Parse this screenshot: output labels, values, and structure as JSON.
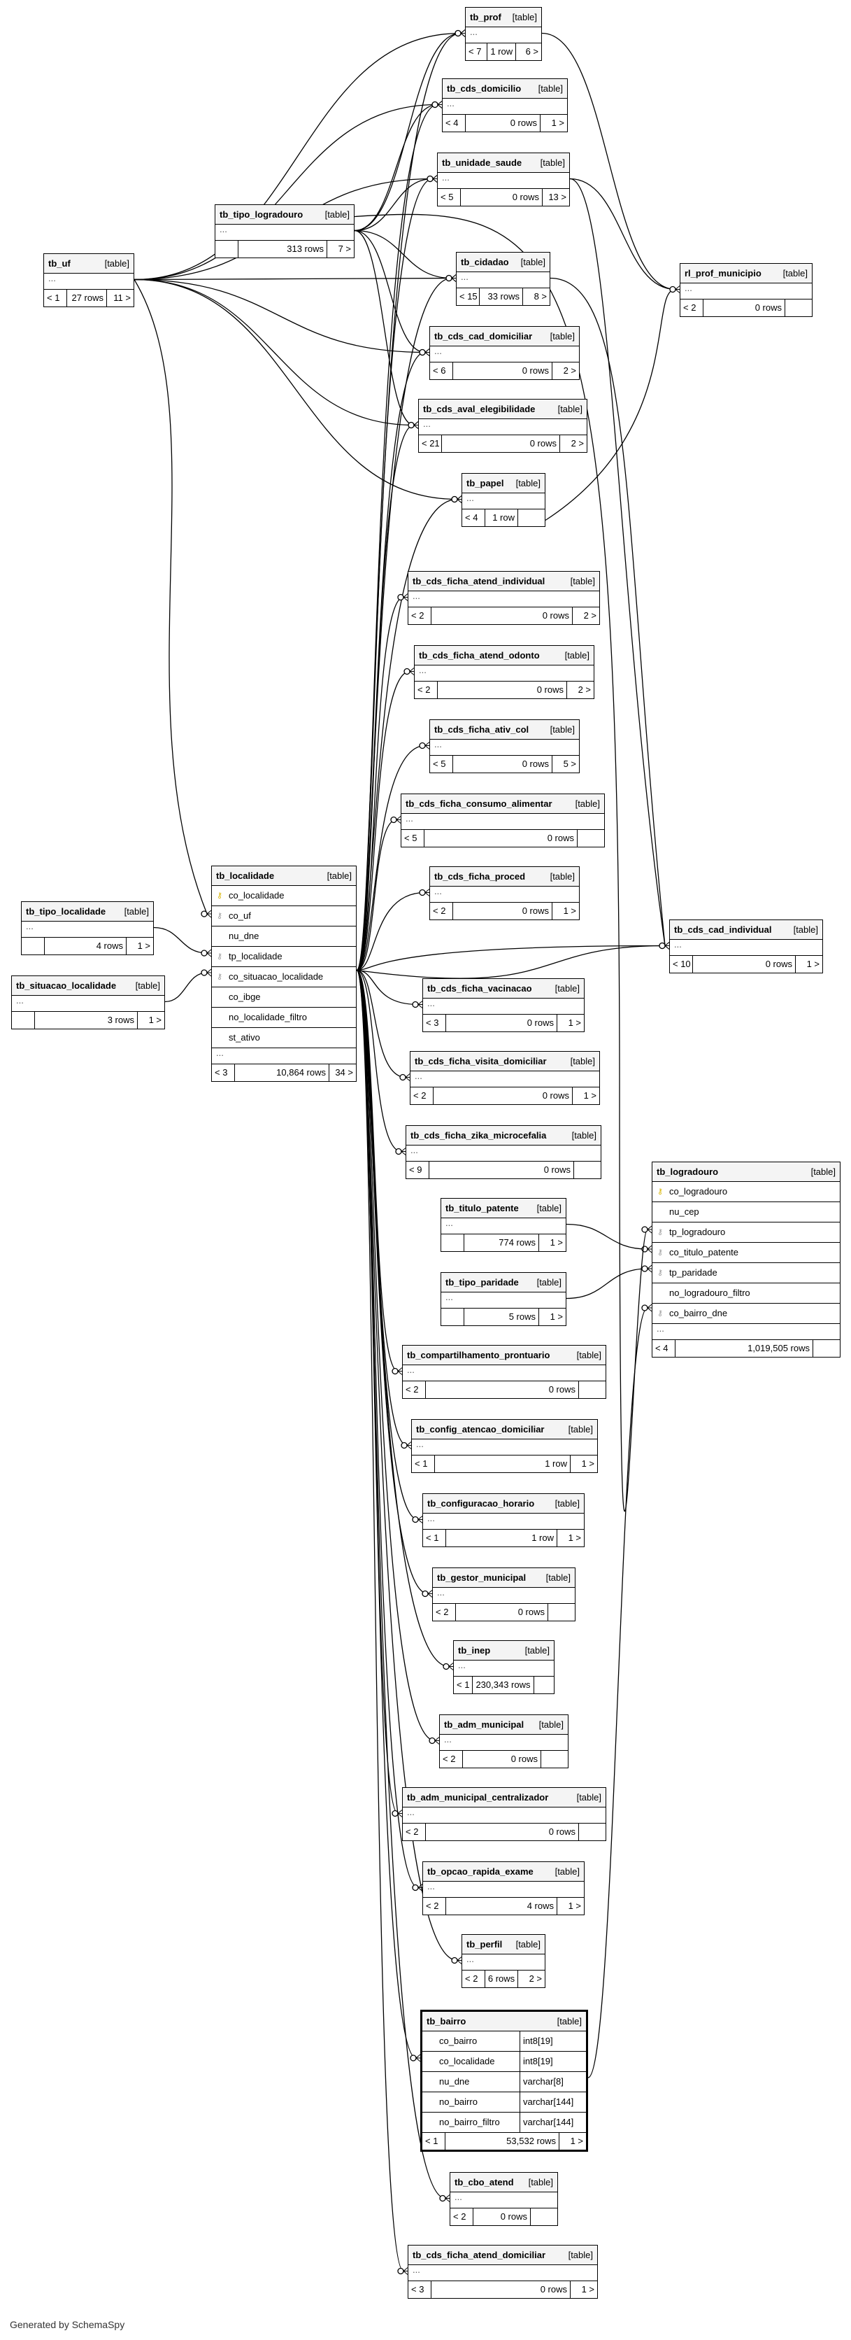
{
  "tables": [
    {
      "id": "tb_prof",
      "name": "tb_prof",
      "tag": "[table]",
      "parents": "< 7",
      "rows": "1 row",
      "children": "6 >"
    },
    {
      "id": "tb_cds_domicilio",
      "name": "tb_cds_domicilio",
      "tag": "[table]",
      "parents": "< 4",
      "rows": "0 rows",
      "children": "1 >"
    },
    {
      "id": "tb_unidade_saude",
      "name": "tb_unidade_saude",
      "tag": "[table]",
      "parents": "< 5",
      "rows": "0 rows",
      "children": "13 >"
    },
    {
      "id": "tb_tipo_logradouro",
      "name": "tb_tipo_logradouro",
      "tag": "[table]",
      "parents": "",
      "rows": "313 rows",
      "children": "7 >"
    },
    {
      "id": "tb_uf",
      "name": "tb_uf",
      "tag": "[table]",
      "parents": "< 1",
      "rows": "27 rows",
      "children": "11 >"
    },
    {
      "id": "tb_cidadao",
      "name": "tb_cidadao",
      "tag": "[table]",
      "parents": "< 15",
      "rows": "33 rows",
      "children": "8 >"
    },
    {
      "id": "rl_prof_municipio",
      "name": "rl_prof_municipio",
      "tag": "[table]",
      "parents": "< 2",
      "rows": "0 rows",
      "children": ""
    },
    {
      "id": "tb_cds_cad_domiciliar",
      "name": "tb_cds_cad_domiciliar",
      "tag": "[table]",
      "parents": "< 6",
      "rows": "0 rows",
      "children": "2 >"
    },
    {
      "id": "tb_cds_aval_elegibilidade",
      "name": "tb_cds_aval_elegibilidade",
      "tag": "[table]",
      "parents": "< 21",
      "rows": "0 rows",
      "children": "2 >"
    },
    {
      "id": "tb_papel",
      "name": "tb_papel",
      "tag": "[table]",
      "parents": "< 4",
      "rows": "1 row",
      "children": ""
    },
    {
      "id": "tb_cds_ficha_atend_individual",
      "name": "tb_cds_ficha_atend_individual",
      "tag": "[table]",
      "parents": "< 2",
      "rows": "0 rows",
      "children": "2 >"
    },
    {
      "id": "tb_cds_ficha_atend_odonto",
      "name": "tb_cds_ficha_atend_odonto",
      "tag": "[table]",
      "parents": "< 2",
      "rows": "0 rows",
      "children": "2 >"
    },
    {
      "id": "tb_cds_ficha_ativ_col",
      "name": "tb_cds_ficha_ativ_col",
      "tag": "[table]",
      "parents": "< 5",
      "rows": "0 rows",
      "children": "5 >"
    },
    {
      "id": "tb_cds_ficha_consumo_alimentar",
      "name": "tb_cds_ficha_consumo_alimentar",
      "tag": "[table]",
      "parents": "< 5",
      "rows": "0 rows",
      "children": ""
    },
    {
      "id": "tb_cds_ficha_proced",
      "name": "tb_cds_ficha_proced",
      "tag": "[table]",
      "parents": "< 2",
      "rows": "0 rows",
      "children": "1 >"
    },
    {
      "id": "tb_tipo_localidade",
      "name": "tb_tipo_localidade",
      "tag": "[table]",
      "parents": "",
      "rows": "4 rows",
      "children": "1 >"
    },
    {
      "id": "tb_situacao_localidade",
      "name": "tb_situacao_localidade",
      "tag": "[table]",
      "parents": "",
      "rows": "3 rows",
      "children": "1 >"
    },
    {
      "id": "tb_cds_cad_individual",
      "name": "tb_cds_cad_individual",
      "tag": "[table]",
      "parents": "< 10",
      "rows": "0 rows",
      "children": "1 >"
    },
    {
      "id": "tb_cds_ficha_vacinacao",
      "name": "tb_cds_ficha_vacinacao",
      "tag": "[table]",
      "parents": "< 3",
      "rows": "0 rows",
      "children": "1 >"
    },
    {
      "id": "tb_cds_ficha_visita_domiciliar",
      "name": "tb_cds_ficha_visita_domiciliar",
      "tag": "[table]",
      "parents": "< 2",
      "rows": "0 rows",
      "children": "1 >"
    },
    {
      "id": "tb_cds_ficha_zika_microcefalia",
      "name": "tb_cds_ficha_zika_microcefalia",
      "tag": "[table]",
      "parents": "< 9",
      "rows": "0 rows",
      "children": ""
    },
    {
      "id": "tb_titulo_patente",
      "name": "tb_titulo_patente",
      "tag": "[table]",
      "parents": "",
      "rows": "774 rows",
      "children": "1 >"
    },
    {
      "id": "tb_tipo_paridade",
      "name": "tb_tipo_paridade",
      "tag": "[table]",
      "parents": "",
      "rows": "5 rows",
      "children": "1 >"
    },
    {
      "id": "tb_compartilhamento_prontuario",
      "name": "tb_compartilhamento_prontuario",
      "tag": "[table]",
      "parents": "< 2",
      "rows": "0 rows",
      "children": ""
    },
    {
      "id": "tb_config_atencao_domiciliar",
      "name": "tb_config_atencao_domiciliar",
      "tag": "[table]",
      "parents": "< 1",
      "rows": "1 row",
      "children": "1 >"
    },
    {
      "id": "tb_configuracao_horario",
      "name": "tb_configuracao_horario",
      "tag": "[table]",
      "parents": "< 1",
      "rows": "1 row",
      "children": "1 >"
    },
    {
      "id": "tb_gestor_municipal",
      "name": "tb_gestor_municipal",
      "tag": "[table]",
      "parents": "< 2",
      "rows": "0 rows",
      "children": ""
    },
    {
      "id": "tb_inep",
      "name": "tb_inep",
      "tag": "[table]",
      "parents": "< 1",
      "rows": "230,343 rows",
      "children": ""
    },
    {
      "id": "tb_adm_municipal",
      "name": "tb_adm_municipal",
      "tag": "[table]",
      "parents": "< 2",
      "rows": "0 rows",
      "children": ""
    },
    {
      "id": "tb_adm_municipal_centralizador",
      "name": "tb_adm_municipal_centralizador",
      "tag": "[table]",
      "parents": "< 2",
      "rows": "0 rows",
      "children": ""
    },
    {
      "id": "tb_opcao_rapida_exame",
      "name": "tb_opcao_rapida_exame",
      "tag": "[table]",
      "parents": "< 2",
      "rows": "4 rows",
      "children": "1 >"
    },
    {
      "id": "tb_perfil",
      "name": "tb_perfil",
      "tag": "[table]",
      "parents": "< 2",
      "rows": "6 rows",
      "children": "2 >"
    },
    {
      "id": "tb_cbo_atend",
      "name": "tb_cbo_atend",
      "tag": "[table]",
      "parents": "< 2",
      "rows": "0 rows",
      "children": ""
    },
    {
      "id": "tb_cds_ficha_atend_domiciliar",
      "name": "tb_cds_ficha_atend_domiciliar",
      "tag": "[table]",
      "parents": "< 3",
      "rows": "0 rows",
      "children": "1 >"
    }
  ],
  "tb_localidade": {
    "name": "tb_localidade",
    "tag": "[table]",
    "columns": [
      {
        "name": "co_localidade",
        "key": "pk"
      },
      {
        "name": "co_uf",
        "key": "fk"
      },
      {
        "name": "nu_dne",
        "key": ""
      },
      {
        "name": "tp_localidade",
        "key": "fk"
      },
      {
        "name": "co_situacao_localidade",
        "key": "fk"
      },
      {
        "name": "co_ibge",
        "key": ""
      },
      {
        "name": "no_localidade_filtro",
        "key": ""
      },
      {
        "name": "st_ativo",
        "key": ""
      }
    ],
    "parents": "< 3",
    "rows": "10,864 rows",
    "children": "34 >"
  },
  "tb_logradouro": {
    "name": "tb_logradouro",
    "tag": "[table]",
    "columns": [
      {
        "name": "co_logradouro",
        "key": "pk"
      },
      {
        "name": "nu_cep",
        "key": ""
      },
      {
        "name": "tp_logradouro",
        "key": "fk"
      },
      {
        "name": "co_titulo_patente",
        "key": "fk"
      },
      {
        "name": "tp_paridade",
        "key": "fk"
      },
      {
        "name": "no_logradouro_filtro",
        "key": ""
      },
      {
        "name": "co_bairro_dne",
        "key": "fk"
      }
    ],
    "parents": "< 4",
    "rows": "1,019,505 rows",
    "children": ""
  },
  "tb_bairro": {
    "name": "tb_bairro",
    "tag": "[table]",
    "columns": [
      {
        "name": "co_bairro",
        "type": "int8[19]"
      },
      {
        "name": "co_localidade",
        "type": "int8[19]"
      },
      {
        "name": "nu_dne",
        "type": "varchar[8]"
      },
      {
        "name": "no_bairro",
        "type": "varchar[144]"
      },
      {
        "name": "no_bairro_filtro",
        "type": "varchar[144]"
      }
    ],
    "parents": "< 1",
    "rows": "53,532 rows",
    "children": "1 >"
  },
  "footer": "Generated by SchemaSpy",
  "colors": {
    "line": "#000000",
    "pk_key": "#d8b400",
    "fk_key": "#999999",
    "header_bg": "#f4f4f4"
  }
}
